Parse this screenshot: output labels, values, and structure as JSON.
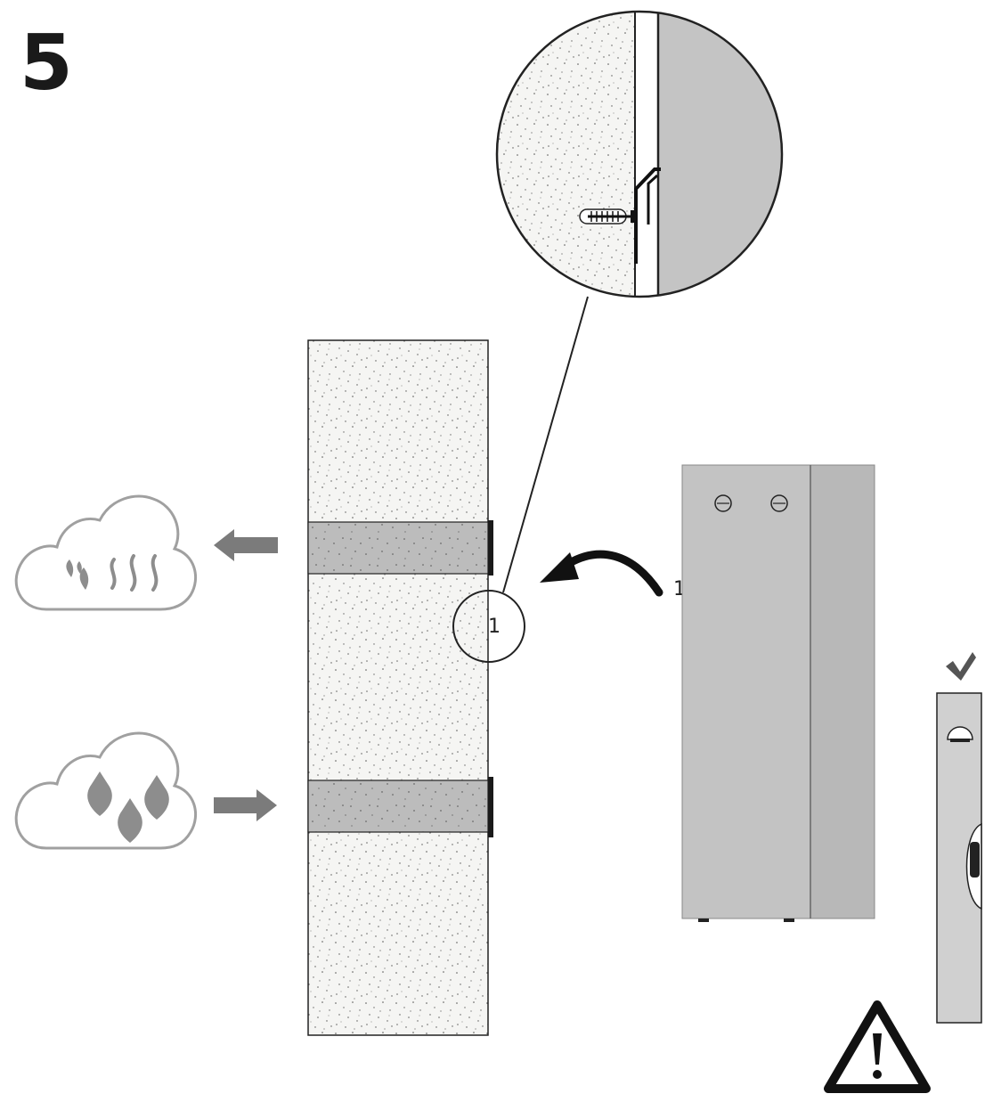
{
  "step": {
    "number": "5"
  },
  "callouts": {
    "detail_ref": "1",
    "unit_ref": "1"
  },
  "colors": {
    "wall_fill": "#f4f4f2",
    "seal_band": "#b9b9b9",
    "unit_body": "#c2c2c2",
    "unit_side": "#b7b7b7",
    "arrow_grey": "#7b7b7b",
    "cloud_outline": "#9a9a9a",
    "drop_grey": "#8d8d8d",
    "line": "#1a1a1a"
  },
  "icons": {
    "humidity_out": "cloud-with-vapor-icon",
    "rain_blocked": "cloud-with-raindrops-icon",
    "approved": "checkmark-icon",
    "warning": "warning-triangle-icon",
    "level_tool": "spirit-level-icon"
  }
}
